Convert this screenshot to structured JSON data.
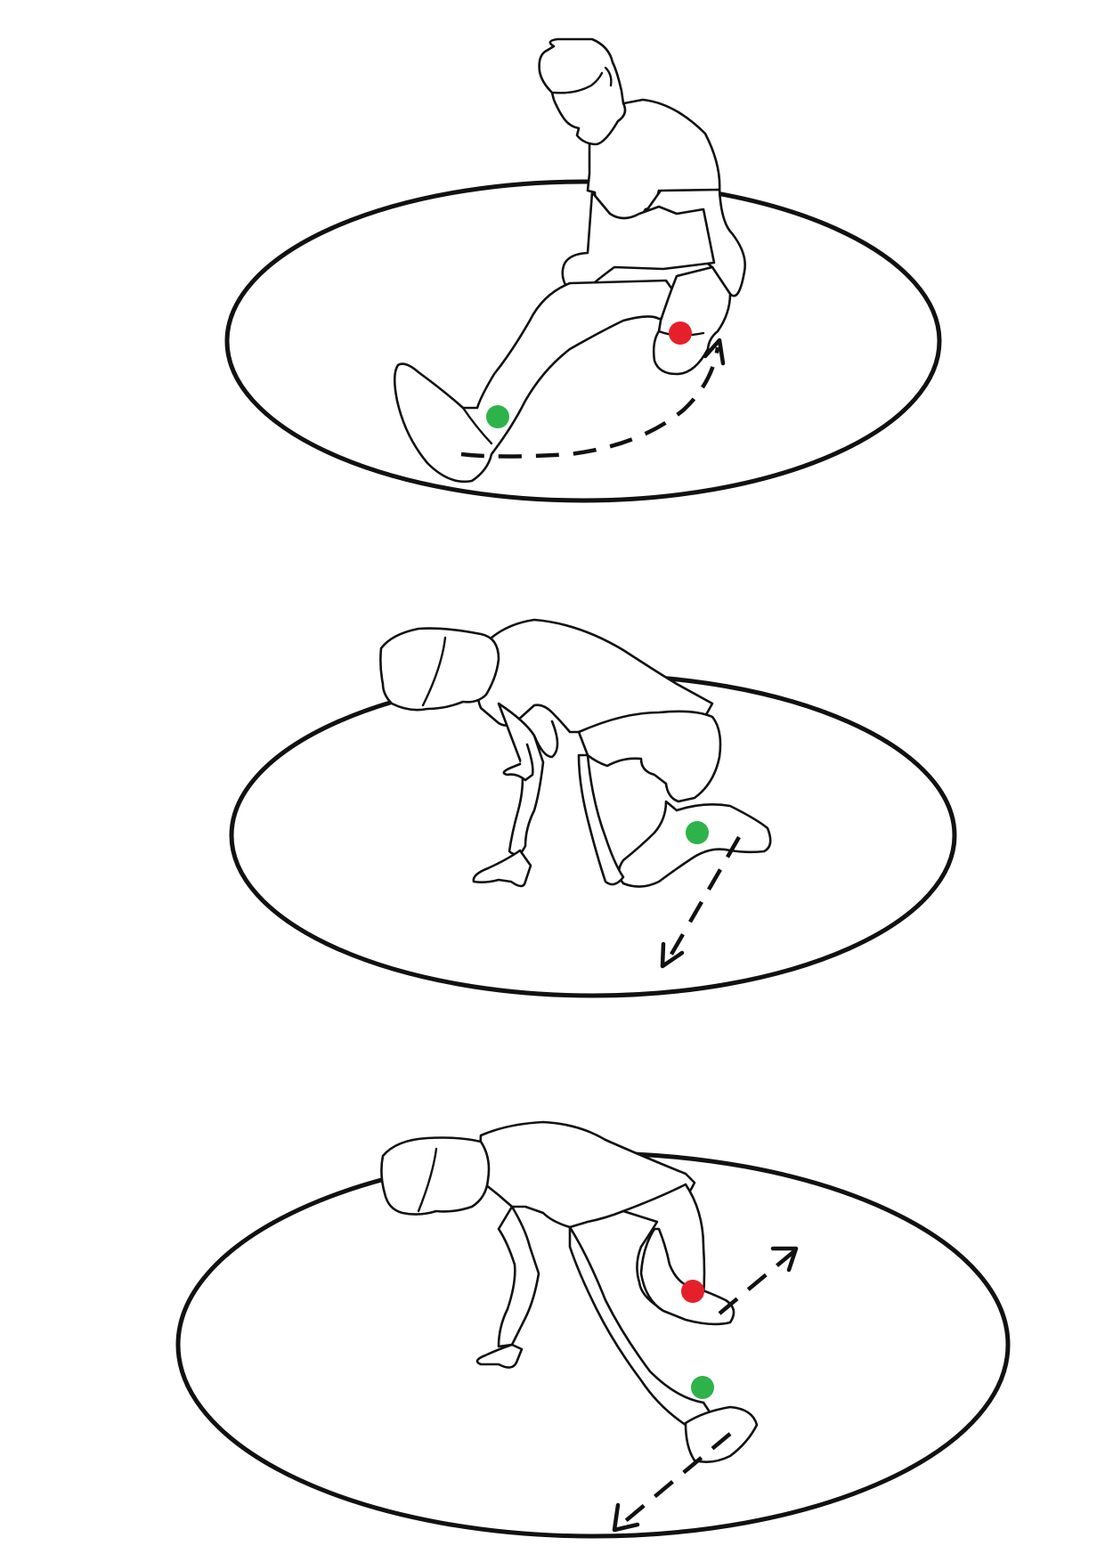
{
  "figure": {
    "panels": [
      {
        "id": "panel-1",
        "pose": "seated-leg-lift",
        "markers": [
          "green",
          "red"
        ],
        "arrow": "curved-dashed"
      },
      {
        "id": "panel-2",
        "pose": "kneeling-crouch",
        "markers": [
          "green"
        ],
        "arrow": "straight-dashed"
      },
      {
        "id": "panel-3",
        "pose": "lunge-stretch",
        "markers": [
          "red",
          "green"
        ],
        "arrow": "double-dashed"
      }
    ]
  },
  "colors": {
    "outline": "#111111",
    "mat_fill": "#ffffff",
    "green_marker": "#2db34a",
    "red_marker": "#e5202a"
  },
  "icons": [
    "green-dot",
    "red-dot",
    "dashed-arrow"
  ]
}
